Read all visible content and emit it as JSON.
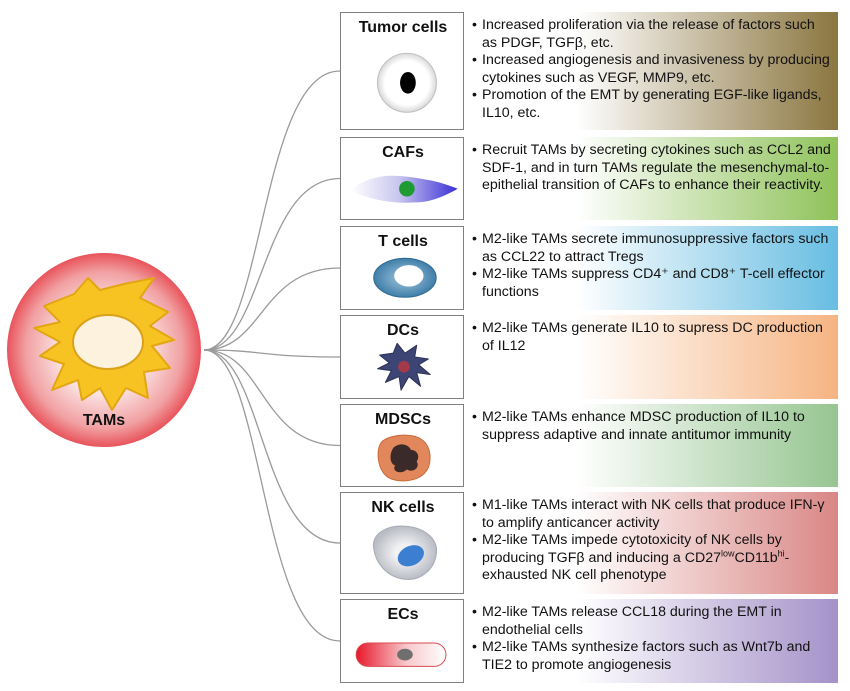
{
  "hub": {
    "label": "TAMs"
  },
  "rows": [
    {
      "key": "tumor",
      "title": "Tumor cells",
      "color": "#8b7640",
      "bullets": [
        "Increased proliferation via the release of factors such as PDGF, TGFβ, etc.",
        "Increased angiogenesis and invasiveness by producing cytokines such as VEGF, MMP9, etc.",
        "Promotion of the EMT by generating EGF-like ligands, IL10, etc."
      ]
    },
    {
      "key": "cafs",
      "title": "CAFs",
      "color": "#8fc25a",
      "bullets": [
        "Recruit TAMs by secreting cytokines such as CCL2 and SDF-1, and in turn TAMs regulate the mesenchymal-to-epithelial transition of CAFs to enhance their reactivity."
      ]
    },
    {
      "key": "tcells",
      "title": "T cells",
      "color": "#67bde2",
      "bullets": [
        "M2-like TAMs secrete immunosuppressive factors such as CCL22 to attract Tregs",
        "M2-like TAMs suppress CD4⁺ and CD8⁺ T-cell effector functions"
      ]
    },
    {
      "key": "dcs",
      "title": "DCs",
      "color": "#f6b482",
      "bullets": [
        "M2-like TAMs generate IL10 to supress DC production of IL12"
      ]
    },
    {
      "key": "mdscs",
      "title": "MDSCs",
      "color": "#96c591",
      "bullets": [
        "M2-like TAMs enhance MDSC production of IL10 to suppress adaptive and innate antitumor immunity"
      ]
    },
    {
      "key": "nk",
      "title": "NK cells",
      "color": "#d98785",
      "bullets": [
        "M1-like TAMs interact with NK cells that produce IFN-γ to amplify anticancer activity",
        "M2-like TAMs impede cytotoxicity of NK cells by producing TGFβ and inducing a CD27",
        "low",
        "CD11b",
        "hi",
        "-exhausted NK cell phenotype"
      ]
    },
    {
      "key": "ecs",
      "title": "ECs",
      "color": "#a492c9",
      "bullets": [
        "M2-like TAMs release CCL18 during the EMT in endothelial cells",
        "M2-like TAMs synthesize factors such as Wnt7b and TIE2 to promote angiogenesis"
      ]
    }
  ]
}
